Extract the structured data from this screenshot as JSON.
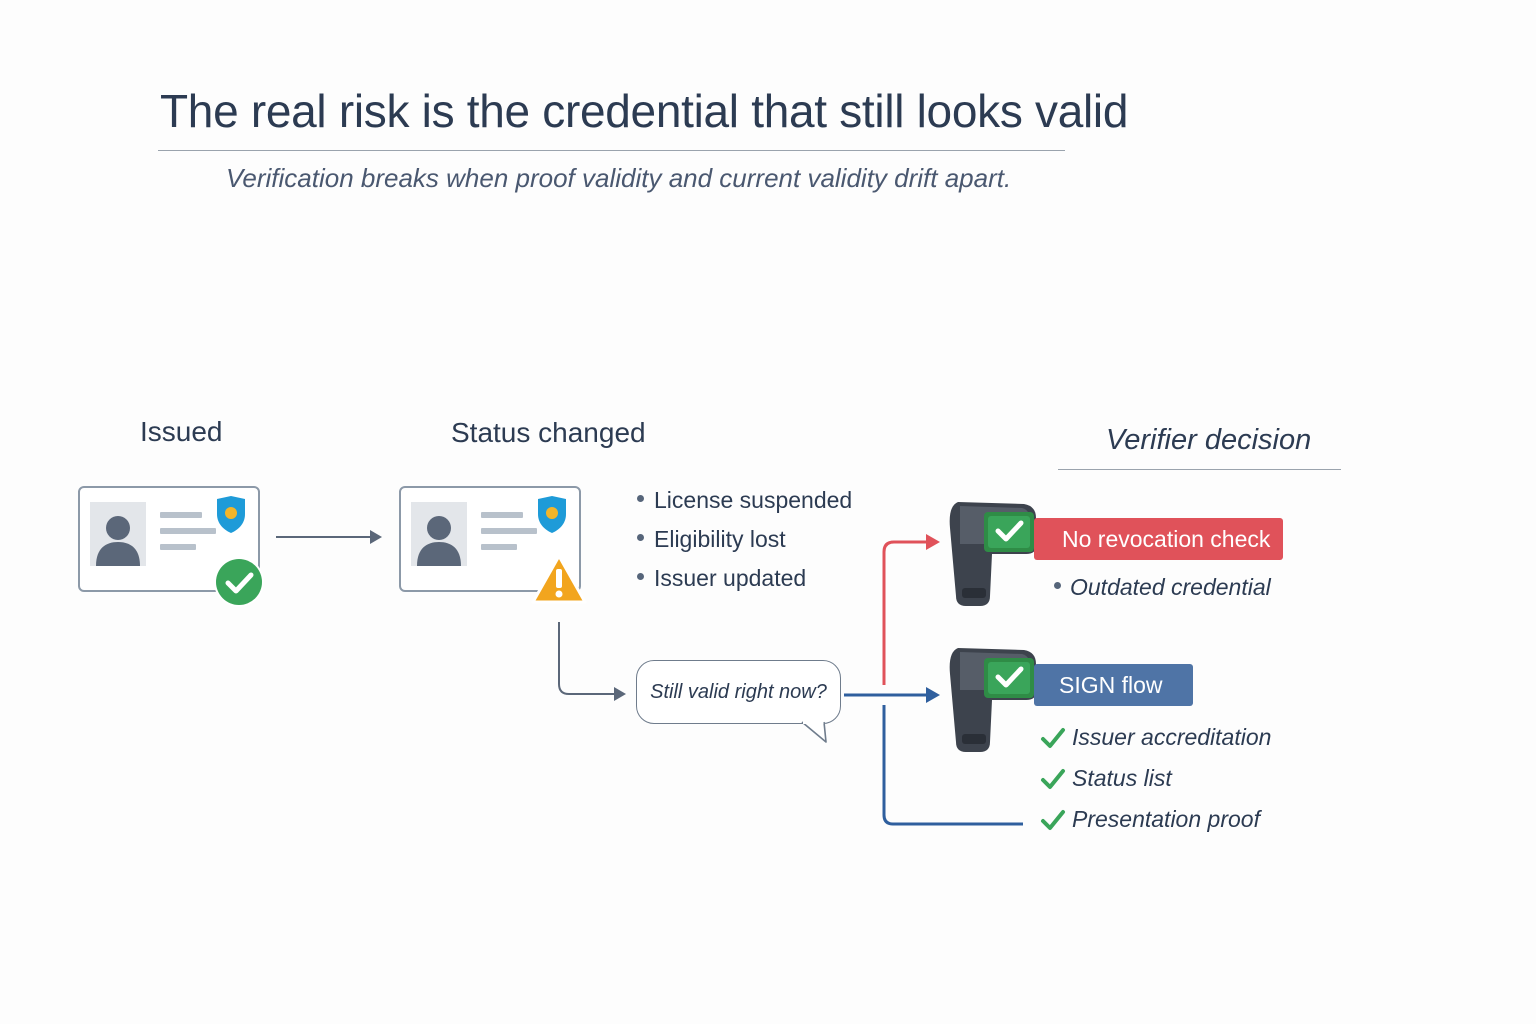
{
  "title": "The real risk is the credential that still looks valid",
  "subtitle": "Verification breaks when proof validity and current validity drift apart.",
  "stages": {
    "issued": "Issued",
    "status_changed": "Status changed",
    "verifier_decision": "Verifier decision"
  },
  "status_changes": [
    "License suspended",
    "Eligibility lost",
    "Issuer updated"
  ],
  "question_bubble": "Still valid right now?",
  "paths": {
    "no_check": {
      "label": "No revocation check",
      "result": "Outdated credential",
      "color": "#e0525a"
    },
    "sign_flow": {
      "label": "SIGN flow",
      "checks": [
        "Issuer accreditation",
        "Status list",
        "Presentation proof"
      ],
      "color": "#4f74a6"
    }
  },
  "colors": {
    "ok_green": "#3aa55a",
    "warn_amber": "#f2a51e",
    "shield_blue": "#1e9bd8",
    "check_green": "#3aa55a"
  },
  "icons": [
    "person-icon",
    "shield-icon",
    "check-badge-icon",
    "warning-icon",
    "scanner-icon",
    "checkmark-icon"
  ]
}
